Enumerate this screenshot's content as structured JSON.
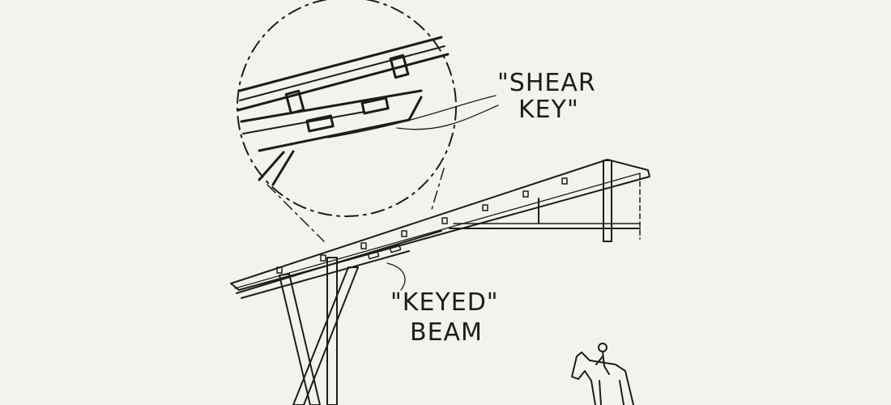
{
  "labels": {
    "shear_key_line1": "\"SHEAR",
    "shear_key_line2": "KEY\"",
    "keyed_beam_line1": "\"KEYED\"",
    "keyed_beam_line2": "BEAM"
  },
  "colors": {
    "background": "#f3f3ee",
    "ink": "#1c1c1c"
  }
}
